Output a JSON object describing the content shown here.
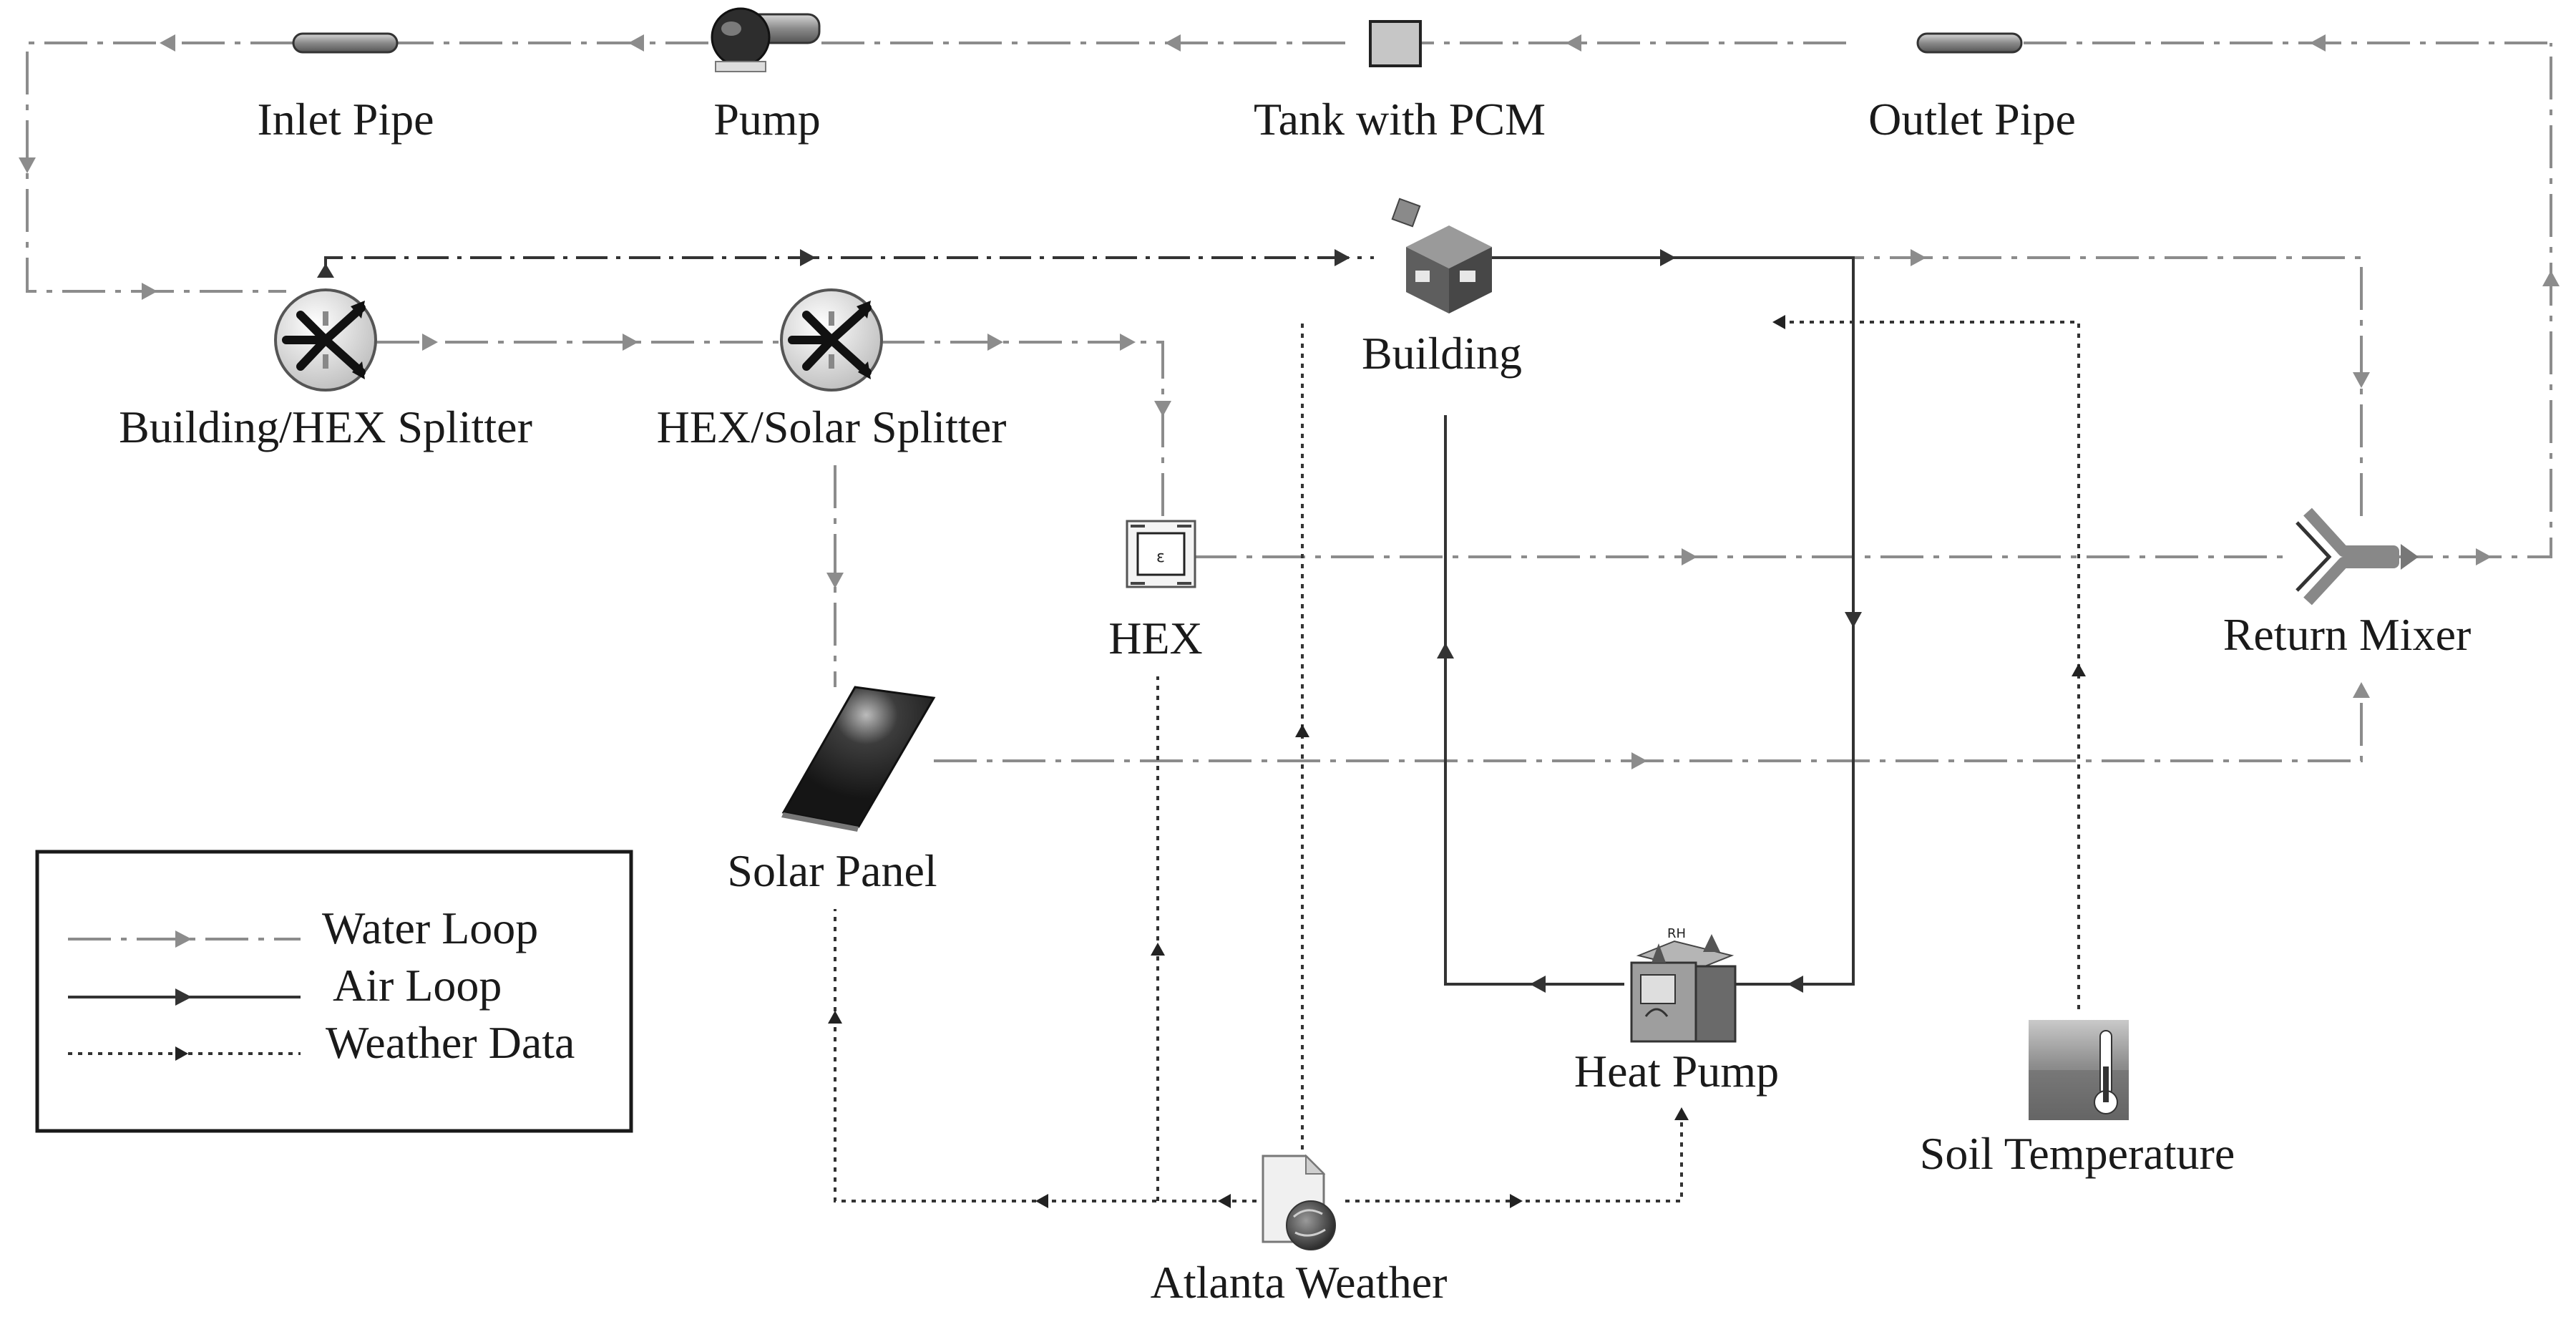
{
  "components": {
    "inlet_pipe": "Inlet Pipe",
    "pump": "Pump",
    "tank": "Tank with PCM",
    "outlet_pipe": "Outlet Pipe",
    "building": "Building",
    "building_hex_splitter": "Building/HEX Splitter",
    "hex_solar_splitter": "HEX/Solar Splitter",
    "hex": "HEX",
    "return_mixer": "Return Mixer",
    "solar_panel": "Solar Panel",
    "heat_pump": "Heat Pump",
    "soil_temperature": "Soil Temperature",
    "atlanta_weather": "Atlanta Weather"
  },
  "legend": {
    "water_loop": "Water Loop",
    "air_loop": "Air Loop",
    "weather_data": "Weather Data"
  },
  "colors": {
    "water_loop": "#8c8c8c",
    "air_loop": "#333333",
    "weather_data": "#333333"
  }
}
